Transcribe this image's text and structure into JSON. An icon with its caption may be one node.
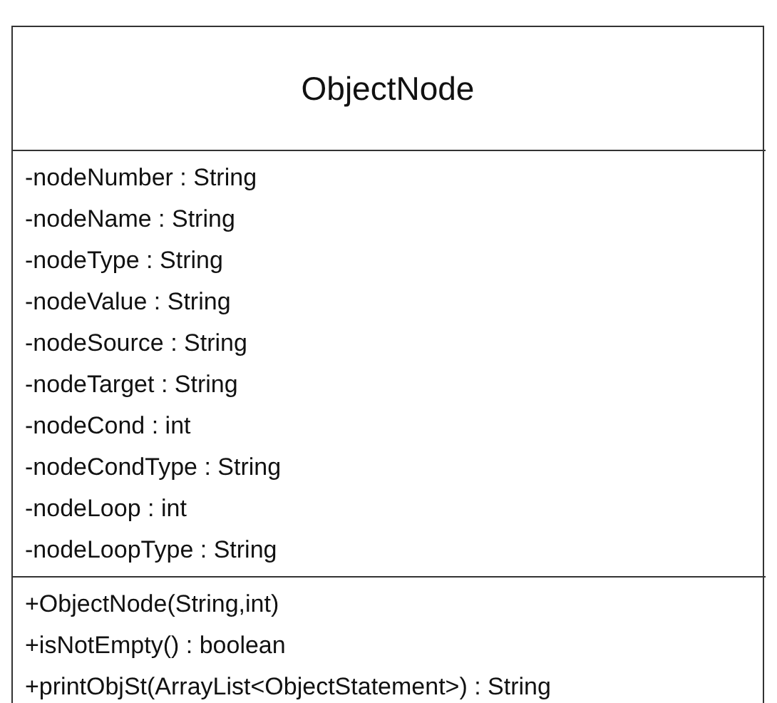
{
  "diagram": {
    "nodes": [
      {
        "text": [
          "ObjectNode"
        ]
      },
      {
        "text": [
          "-nodeNumber : String",
          "-nodeName : String",
          "-nodeType : String",
          "-nodeValue : String",
          "-nodeSource : String",
          "-nodeTarget : String",
          "-nodeCond : int",
          "-nodeCondType : String",
          "-nodeLoop : int",
          "-nodeLoopType : String"
        ],
        "in": 0
      },
      {
        "text": [
          "+ObjectNode(String,int)",
          "+isNotEmpty() : boolean",
          "+printObjSt(ArrayList<ObjectStatement>) : String"
        ],
        "in": 0
      }
    ]
  }
}
